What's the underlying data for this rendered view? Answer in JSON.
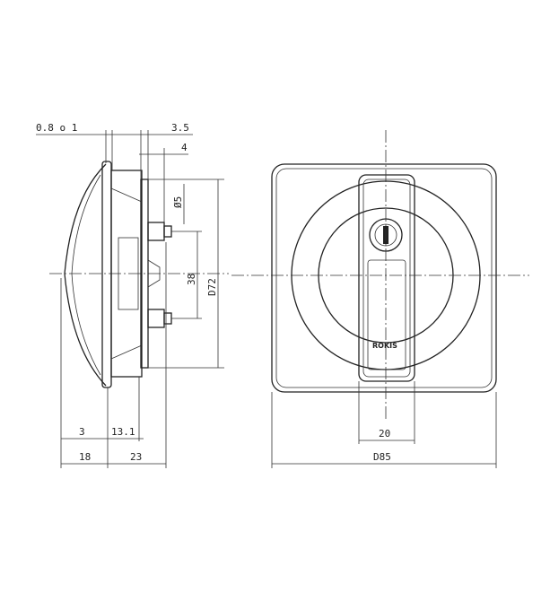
{
  "side_view": {
    "dims": {
      "flange_thickness": "0.8 o 1",
      "back_offset": "3.5",
      "screw_offset": "4",
      "screw_diameter": "Ø5",
      "screw_spacing": "38",
      "body_diameter": "D72",
      "front_depth": "3",
      "flange_depth": "13.1",
      "dome_depth": "18",
      "body_depth": "23"
    }
  },
  "front_view": {
    "logo": "ROKIS",
    "dims": {
      "handle_width": "20",
      "plate_width": "D85"
    }
  }
}
